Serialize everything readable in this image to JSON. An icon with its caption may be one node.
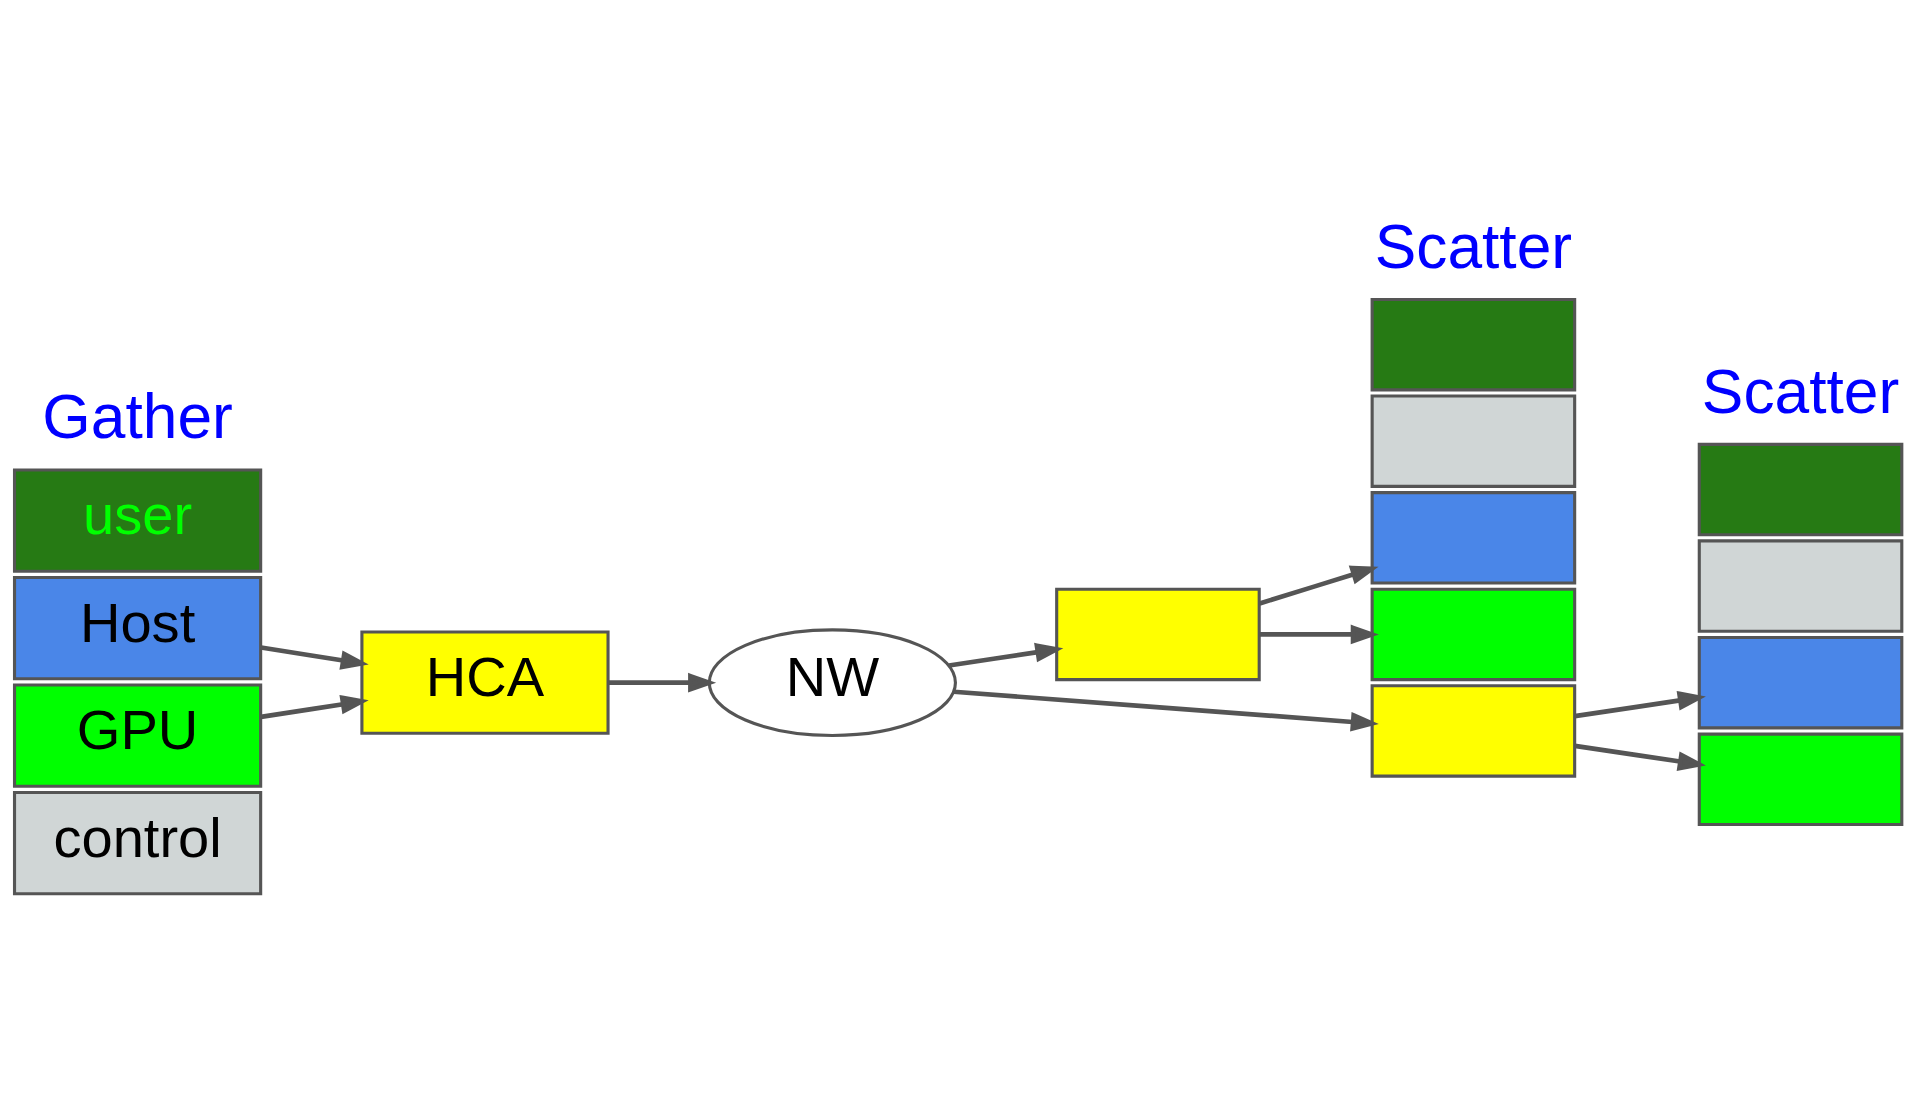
{
  "diagram": {
    "nodes": [
      {
        "text": [
          "control"
        ]
      },
      {
        "text": [
          "Host"
        ]
      },
      {
        "text": [
          "user"
        ]
      },
      {
        "text": [
          "GPU"
        ]
      },
      {
        "text": [
          "HCA"
        ]
      },
      {
        "text": [
          "NW"
        ]
      },
      {
        "text": [],
        "shape": "box"
      },
      {
        "text": [],
        "shape": "box"
      },
      {
        "text": [],
        "shape": "box"
      },
      {
        "text": [],
        "shape": "box"
      },
      {
        "text": [],
        "shape": "box"
      },
      {
        "text": [],
        "shape": "box"
      },
      {
        "text": [],
        "shape": "box"
      },
      {
        "text": [],
        "shape": "box"
      },
      {
        "text": [],
        "shape": "box"
      },
      {
        "text": [],
        "shape": "box"
      }
    ],
    "edges": [
      {
        "from": 1,
        "to": 4,
        "arrow": "to"
      },
      {
        "from": 3,
        "to": 4,
        "arrow": "to"
      },
      {
        "from": 4,
        "to": 5,
        "arrow": "to"
      },
      {
        "from": 5,
        "to": 6,
        "arrow": "to"
      },
      {
        "from": 6,
        "to": 8,
        "arrow": "to"
      },
      {
        "from": 6,
        "to": 10,
        "arrow": "to"
      },
      {
        "from": 5,
        "to": 11,
        "arrow": "to"
      },
      {
        "from": 11,
        "to": 13,
        "arrow": "to"
      },
      {
        "from": 11,
        "to": 15,
        "arrow": "to"
      }
    ],
    "labels": [
      "Gather",
      "Scatter",
      "Scatter"
    ]
  }
}
